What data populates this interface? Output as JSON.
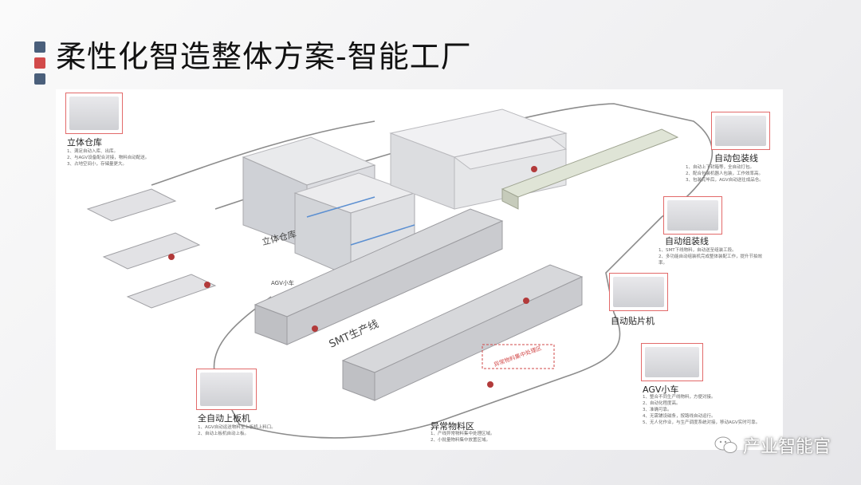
{
  "slide": {
    "title": "柔性化智造整体方案-智能工厂",
    "accent_colors": [
      "#4a5f7b",
      "#d24a4a",
      "#4a5f7b"
    ]
  },
  "diagram": {
    "callouts": [
      {
        "id": "stereo-warehouse",
        "label": "立体仓库",
        "notes": [
          "1、满足自动入库、出库。",
          "2、与AGV设备配合对接，物料自动配送。",
          "3、占地空间小，存储量更大。"
        ]
      },
      {
        "id": "auto-packaging-line",
        "label": "自动包装线",
        "notes": [
          "1、自动上下封箱等，全自动打包。",
          "2、配合包装机器人包装，工作效率高。",
          "3、包装完毕后，AGV自动送往成品仓。"
        ]
      },
      {
        "id": "auto-assembly-line",
        "label": "自动组装线",
        "notes": [
          "1、SMT下线物料，自动送至组装工段。",
          "2、多功能自动组装机完成整体装配工作，提升节拍效率。"
        ]
      },
      {
        "id": "auto-placement-machine",
        "label": "自动贴片机"
      },
      {
        "id": "agv-cart",
        "label": "AGV小车",
        "notes": [
          "1、整合不同生产线物料，方便对接。",
          "2、自动化程度高。",
          "3、准确可靠。",
          "4、无需铺设磁条，按路线自动运行。",
          "5、无人化作业，与生产调度系统对接，移动AGV实时可靠。"
        ]
      },
      {
        "id": "auto-board-loader",
        "label": "全自动上板机",
        "notes": [
          "1、AGV自动运送物料至上板机上料口。",
          "2、自动上板机自动上板。"
        ]
      },
      {
        "id": "abnormal-material-zone",
        "label": "异常物料区",
        "notes": [
          "1、产线异常物料集中处理区域。",
          "2、小批量物料集中放置区域。"
        ]
      }
    ],
    "floor_labels": {
      "warehouse": "立体仓库",
      "smt_line": "SMT生产线",
      "agv": "AGV小车",
      "abnormal": "异常物料集中处理区"
    }
  },
  "watermark": {
    "text": "产业智能官",
    "icon": "wechat-icon"
  }
}
